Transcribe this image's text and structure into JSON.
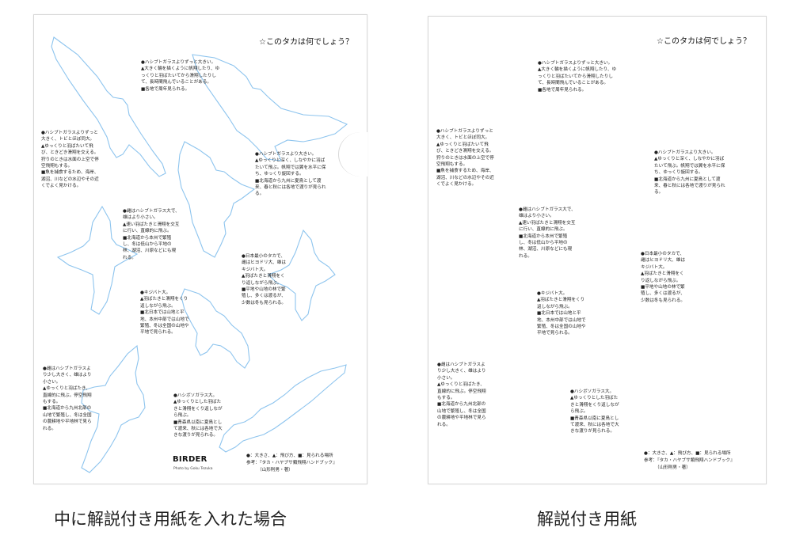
{
  "sheet_title": "☆このタカは何でしょう？",
  "notes": [
    {
      "id": "top-center",
      "lines": [
        "●ハシブトガラスよりずっと大きい。",
        "▲大きく輪を描くように帆翔したり、ゆっくりと羽ばたいてから滑翔したりして、長時間飛んでいることがある。",
        "■各地で周年見られる。"
      ]
    },
    {
      "id": "left-top",
      "lines": [
        "●ハシブトガラスよりずっと大きく、トビとほぼ同大。",
        "▲ゆっくりと羽ばたいて飛び、ときどき滑翔を交える。狩りのときは水面の上空で停空飛翔もする。",
        "■魚を捕食するため、海岸、湖沼、川などの水辺やその近くでよく見かける。"
      ]
    },
    {
      "id": "right-upper",
      "lines": [
        "●ハシブトガラスより大きい。",
        "▲ゆっくりと深く、しなやかに羽ばたいて飛ぶ。帆翔では翼を水平に保ち、ゆっくり旋回する。",
        "■北海道から九州に夏鳥として渡来、春と秋には各地で渡りが見られる。"
      ]
    },
    {
      "id": "middle",
      "lines": [
        "●雌はハシブトガラス大で、雄はより小さい。",
        "▲速い羽ばたきと滑翔を交互に行い、直線的に飛ぶ。",
        "■北海道から本州で繁殖し、冬は低山から平地の林、湖沼、川原などにも現れる。"
      ]
    },
    {
      "id": "right-middle",
      "lines": [
        "●日本最小のタカで、雌はヒヨドリ大、雄はキジバト大。",
        "▲羽ばたきと滑翔をくり返しながら飛ぶ。",
        "■平地や山地の林で繁殖し、多くは渡るが、少数は冬も見られる。"
      ]
    },
    {
      "id": "center-lower",
      "lines": [
        "●キジバト大。",
        "▲羽ばたきと滑翔をくり返しながら飛ぶ。",
        "■北日本では山地と平地、本州中部では山地で繁殖、冬は全国の山地や平地で見られる。"
      ]
    },
    {
      "id": "left-bottom",
      "lines": [
        "●雌はハシブトガラスより少し大きく、雄はより小さい。",
        "▲ゆっくりと羽ばたき、直線的に飛ぶ。停空飛翔もする。",
        "■北海道から九州北部の山地で繁殖し、冬は全国の農耕地や平地林で見られる。"
      ]
    },
    {
      "id": "bottom-center",
      "lines": [
        "●ハシボソガラス大。",
        "▲ゆっくりとした羽ばたきと滑翔をくり返しながら飛ぶ。",
        "■青森県以南に夏鳥として渡来、秋には各地で大きな渡りが見られる。"
      ]
    }
  ],
  "legend": {
    "line1": "●：大きさ、▲：飛び方、■：見られる場所",
    "line2": "参考：『タカ・ハヤブサ類飛翔ハンドブック』",
    "line3": "（山形則男・著）"
  },
  "brand": "BIRDER",
  "photo_credit": "Photo by Goku Tezuka",
  "captions": {
    "left": "中に解説付き用紙を入れた場合",
    "right": "解説付き用紙"
  }
}
